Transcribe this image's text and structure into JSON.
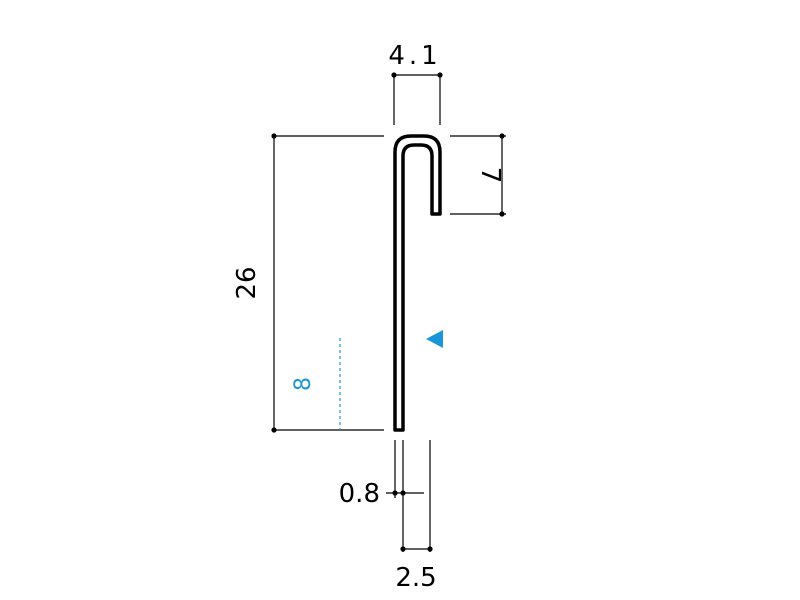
{
  "dimensions": {
    "top_width": "4.1",
    "lip_height": "7",
    "total_height": "26",
    "thickness": "0.8",
    "bottom_width": "2.5"
  },
  "accent": {
    "label": "8",
    "color": "#1a96d8",
    "marker_icon": "triangle-left-icon"
  },
  "colors": {
    "ink": "#000000",
    "background": "#ffffff"
  }
}
